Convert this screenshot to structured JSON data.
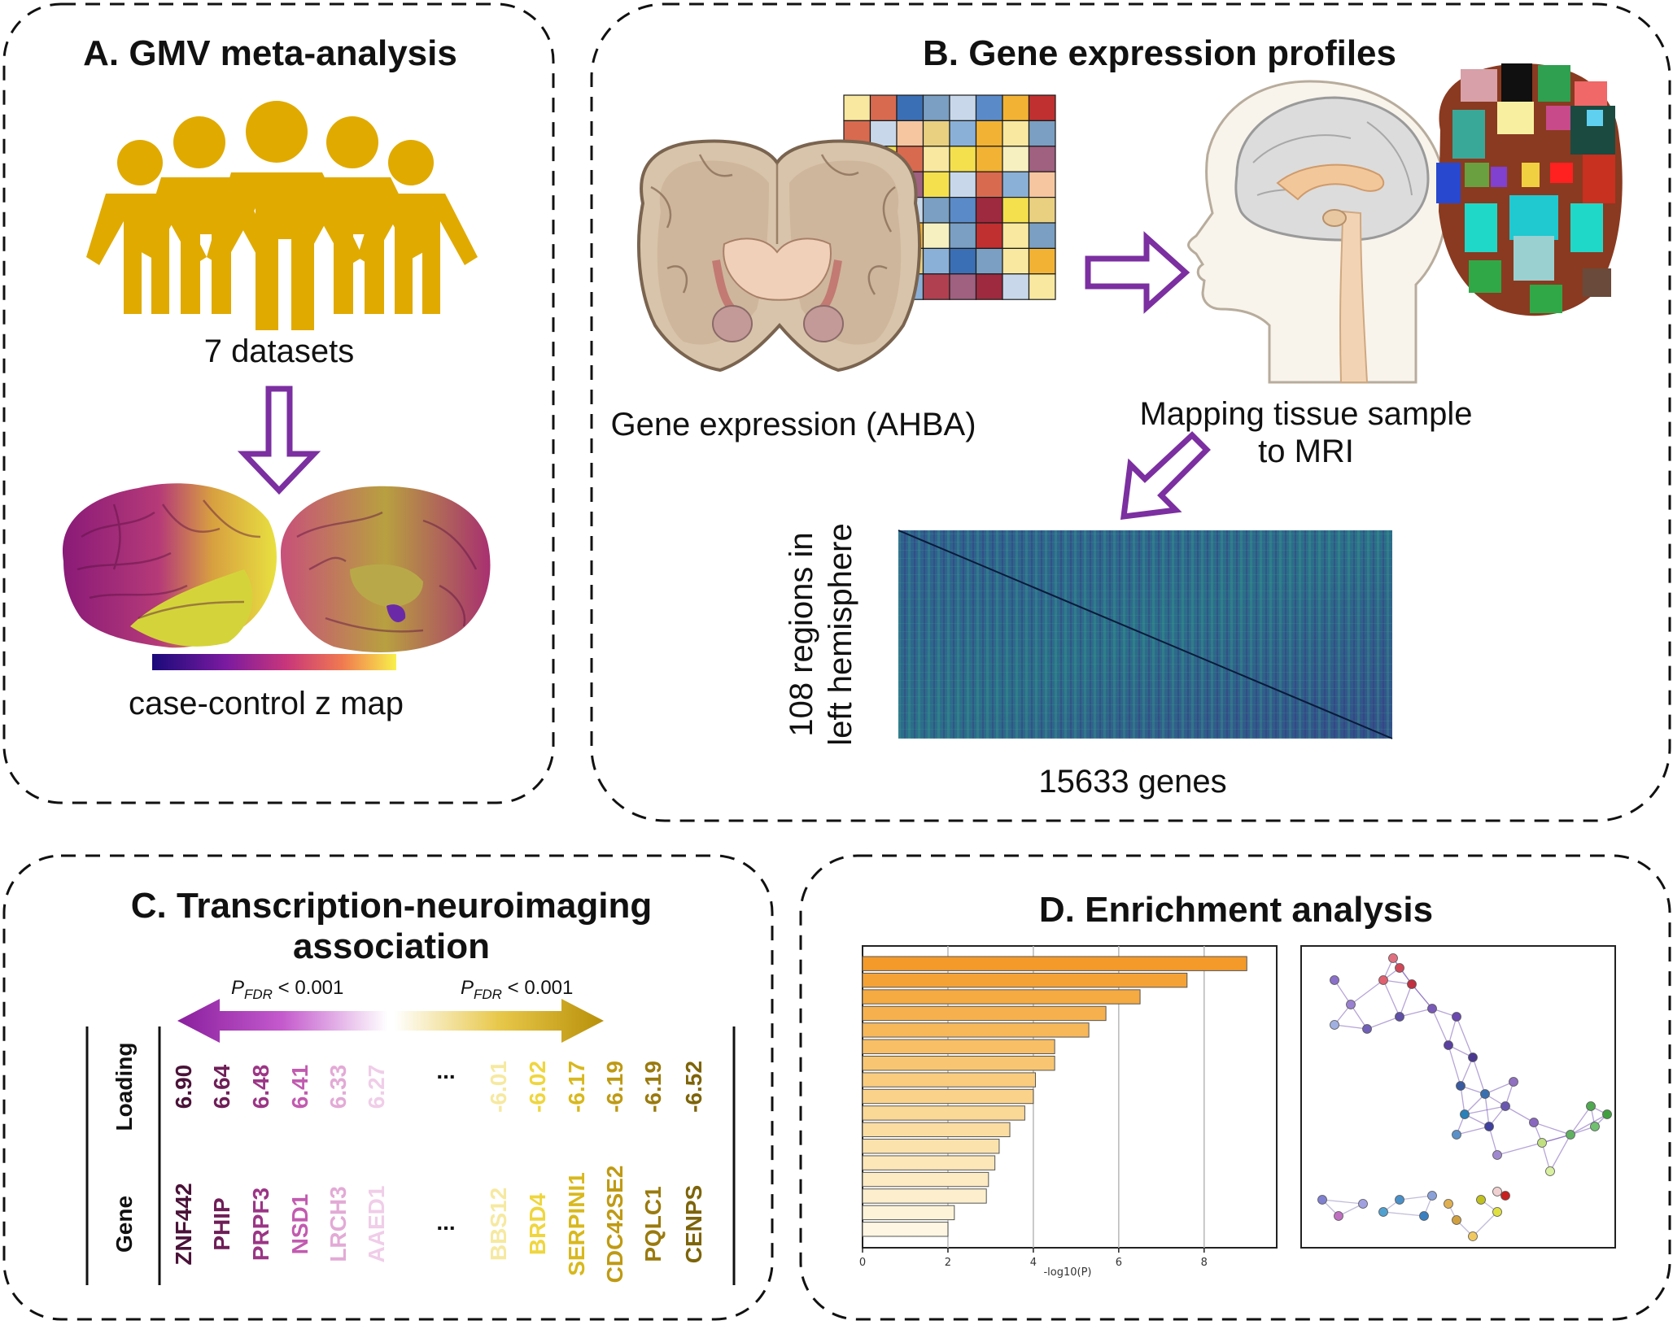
{
  "panels": {
    "a": {
      "title": "A. GMV meta-analysis",
      "datasets_label": "7 datasets",
      "colorbar_label": "case-control z map",
      "people_color": "#E0AA00",
      "arrow_color": "#7B2FA0"
    },
    "b": {
      "title": "B. Gene expression profiles",
      "ahba_label": "Gene expression (AHBA)",
      "mapping_label_line1": "Mapping tissue sample",
      "mapping_label_line2": "to MRI",
      "matrix_ylabel_line1": "108 regions in",
      "matrix_ylabel_line2": "left hemisphere",
      "matrix_xlabel": "15633 genes"
    },
    "c": {
      "title_line1": "C. Transcription-neuroimaging",
      "title_line2": "association",
      "pfdr_left": "P",
      "pfdr_sub": "FDR",
      "pfdr_rest": " < 0.001",
      "row_loading": "Loading",
      "row_gene": "Gene",
      "ellipsis": "...",
      "genes": [
        {
          "gene": "ZNF442",
          "loading": "6.90",
          "color": "#4A1238"
        },
        {
          "gene": "PHIP",
          "loading": "6.64",
          "color": "#6E1E57"
        },
        {
          "gene": "PRPF3",
          "loading": "6.48",
          "color": "#9B3585"
        },
        {
          "gene": "NSD1",
          "loading": "6.41",
          "color": "#C25BB0"
        },
        {
          "gene": "LRCH3",
          "loading": "6.33",
          "color": "#E3AAD6"
        },
        {
          "gene": "AAED1",
          "loading": "6.27",
          "color": "#F0CDE8"
        },
        {
          "gene": "BBS12",
          "loading": "-6.01",
          "color": "#F6E9A0"
        },
        {
          "gene": "BRD4",
          "loading": "-6.02",
          "color": "#EFD63E"
        },
        {
          "gene": "SERPINI1",
          "loading": "-6.17",
          "color": "#D8B81D"
        },
        {
          "gene": "CDC42SE2",
          "loading": "-6.19",
          "color": "#BF9A14"
        },
        {
          "gene": "PQLC1",
          "loading": "-6.19",
          "color": "#9A7A0E"
        },
        {
          "gene": "CENPS",
          "loading": "-6.52",
          "color": "#7D6409"
        }
      ]
    },
    "d": {
      "title": "D. Enrichment analysis",
      "xlabel": "-log10(P)"
    }
  },
  "chart_data": {
    "type": "bar",
    "orientation": "horizontal",
    "categories": [
      "",
      "",
      "",
      "",
      "",
      "",
      "",
      "",
      "",
      "",
      "",
      "",
      "",
      "",
      "",
      "",
      "",
      "",
      "",
      ""
    ],
    "values": [
      9.0,
      7.6,
      6.5,
      5.7,
      5.3,
      4.5,
      4.5,
      4.05,
      4.0,
      3.8,
      3.45,
      3.2,
      3.1,
      2.95,
      2.9,
      2.15,
      2.0
    ],
    "xlabel": "-log10(P)",
    "ylabel": "",
    "xlim": [
      0,
      9.7
    ],
    "xticks": [
      "0",
      "2",
      "4",
      "6",
      "8"
    ],
    "grid": true,
    "colors": [
      "#F39A2A",
      "#F4A236",
      "#F5AA42",
      "#F6B14E",
      "#F7B85A",
      "#F8BF66",
      "#F8C672",
      "#F9CC7E",
      "#FAD28A",
      "#FAD896",
      "#FBDDA2",
      "#FBE2AD",
      "#FCE7B8",
      "#FCEBC3",
      "#FDEFCD",
      "#FDF3D8",
      "#FEF6E2"
    ]
  }
}
